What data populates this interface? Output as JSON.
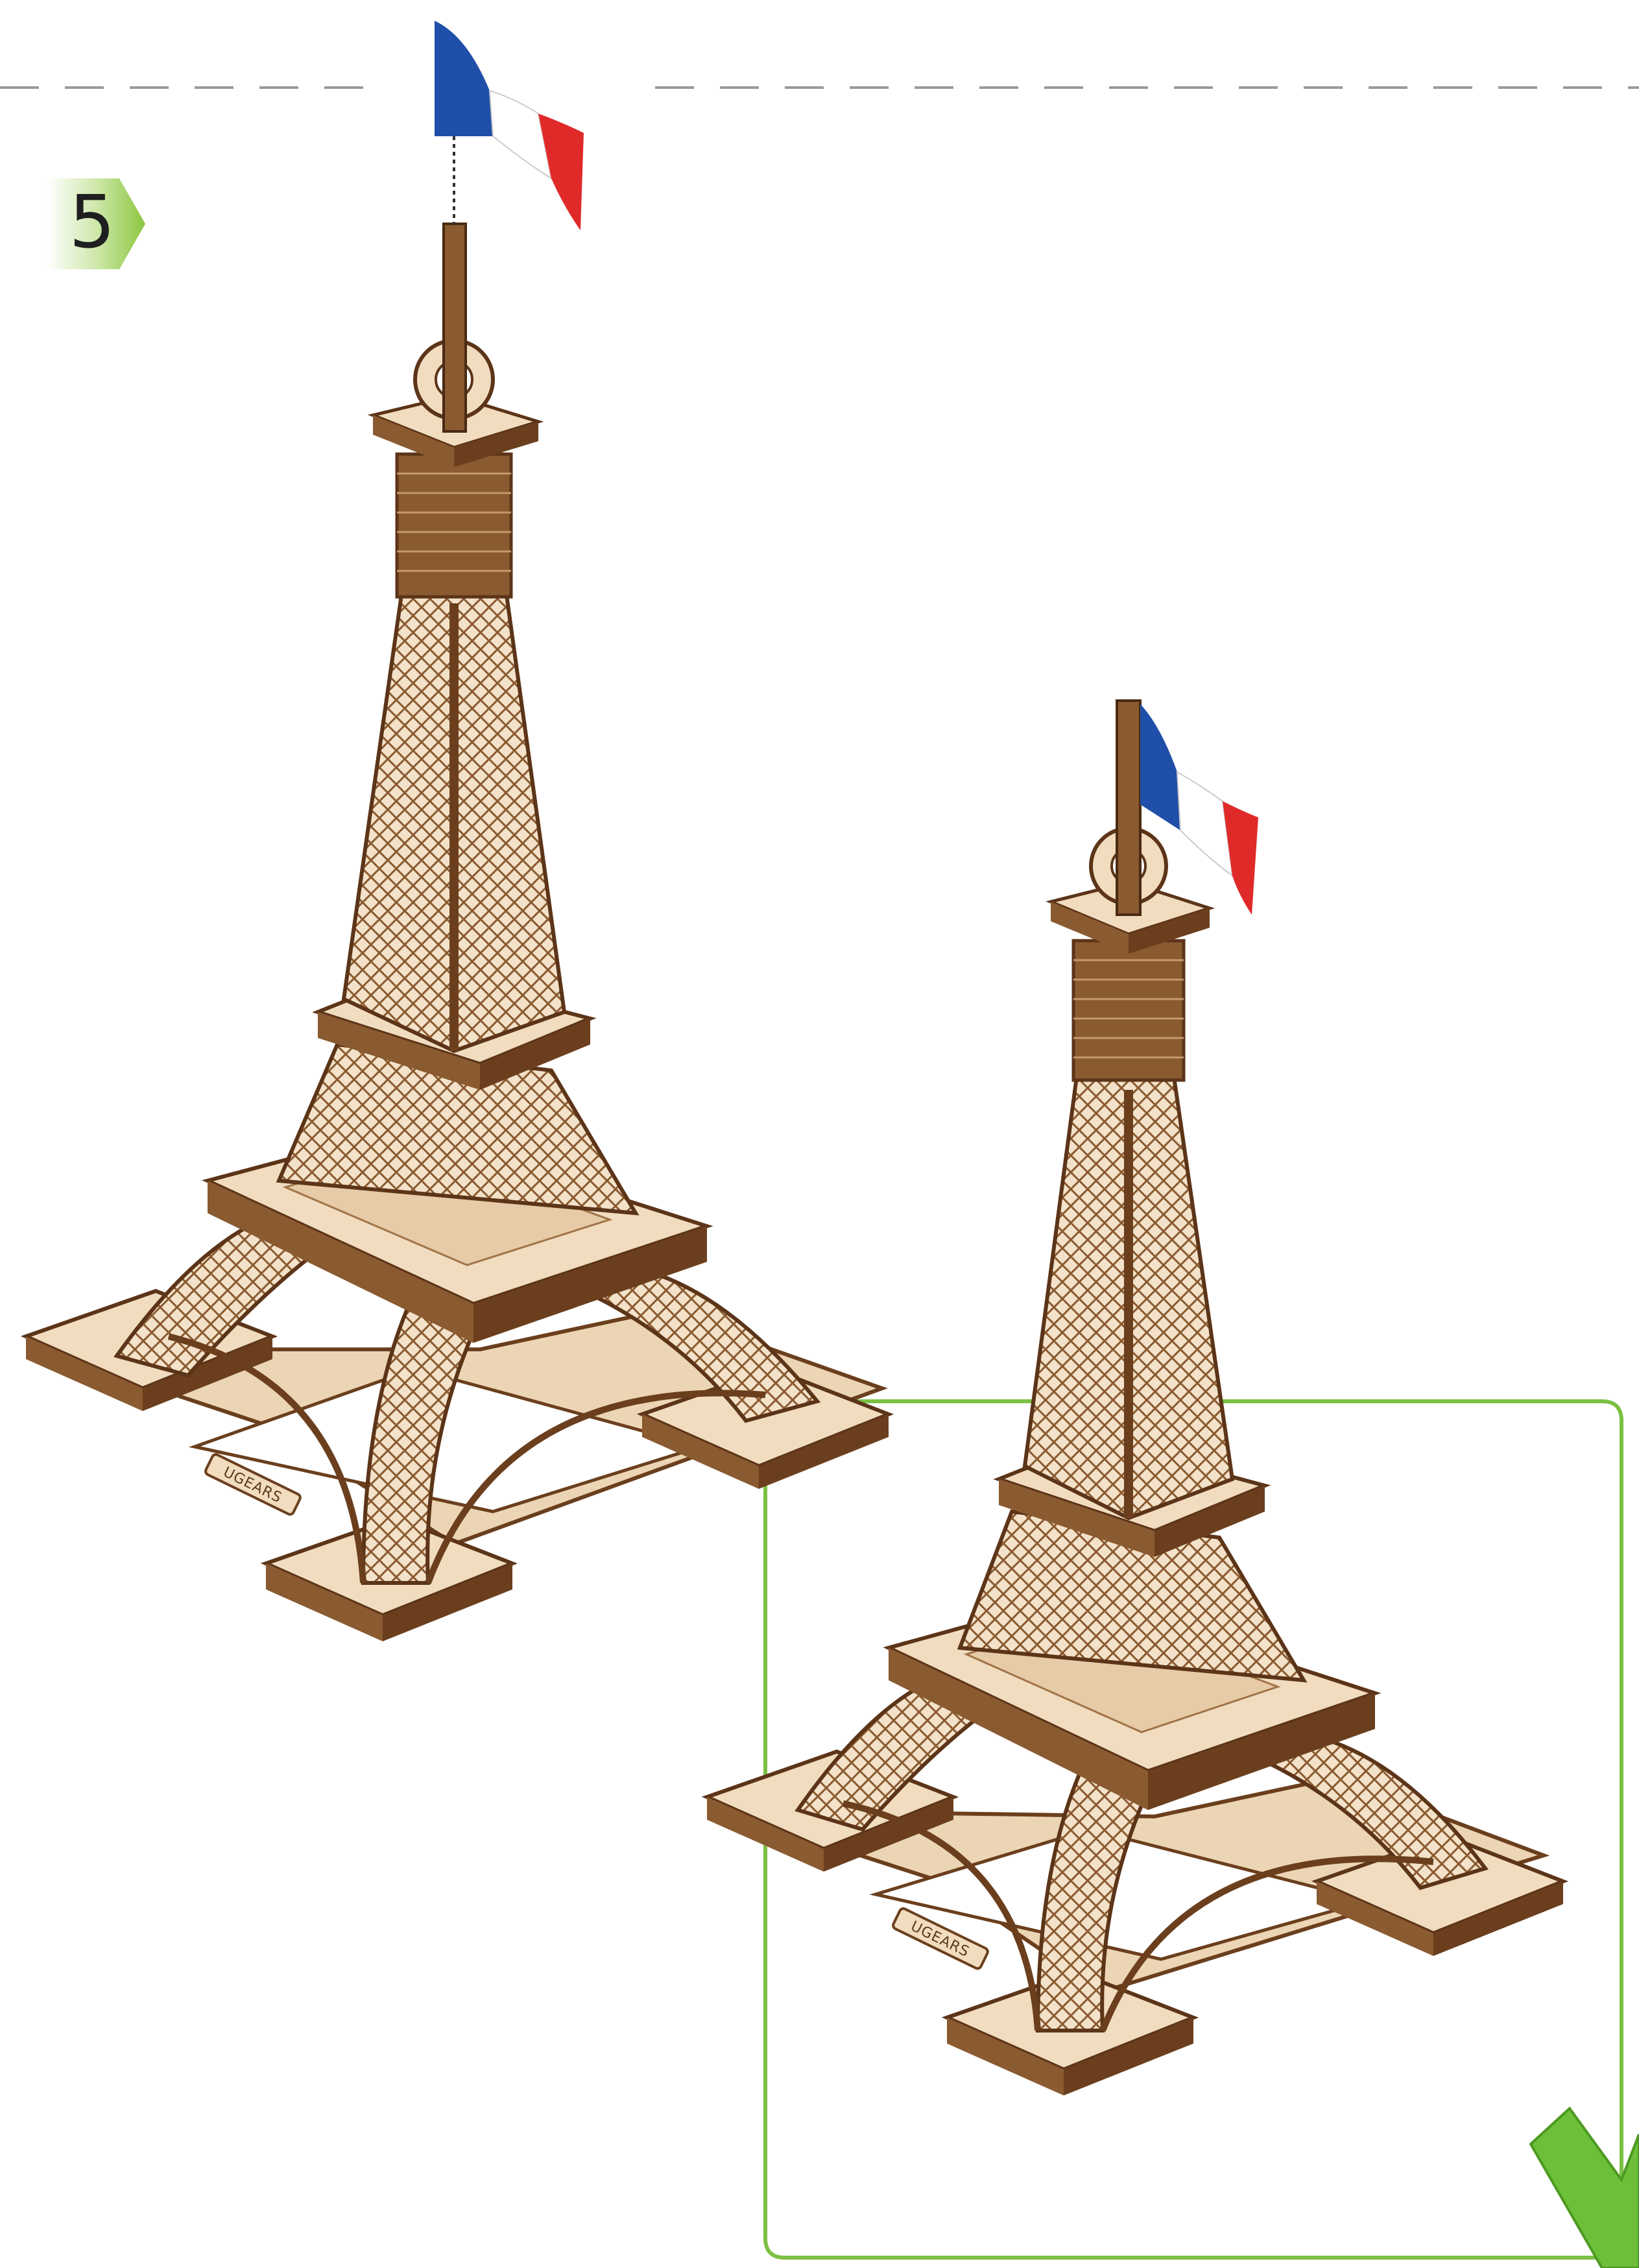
{
  "step": {
    "number": "5"
  },
  "base_plate_text": "UGEARS",
  "colors": {
    "step_badge": "#8cc63f",
    "result_frame": "#7cc043",
    "check": "#6dbf3a",
    "wood_light": "#f0dcc0",
    "wood_dark": "#7a4a25",
    "flag_blue": "#1f4fa8",
    "flag_white": "#ffffff",
    "flag_red": "#e02a2a"
  },
  "icons": [
    "step-badge-icon",
    "dashed-separator",
    "eiffel-tower-model",
    "french-flag",
    "result-frame",
    "checkmark-icon"
  ]
}
